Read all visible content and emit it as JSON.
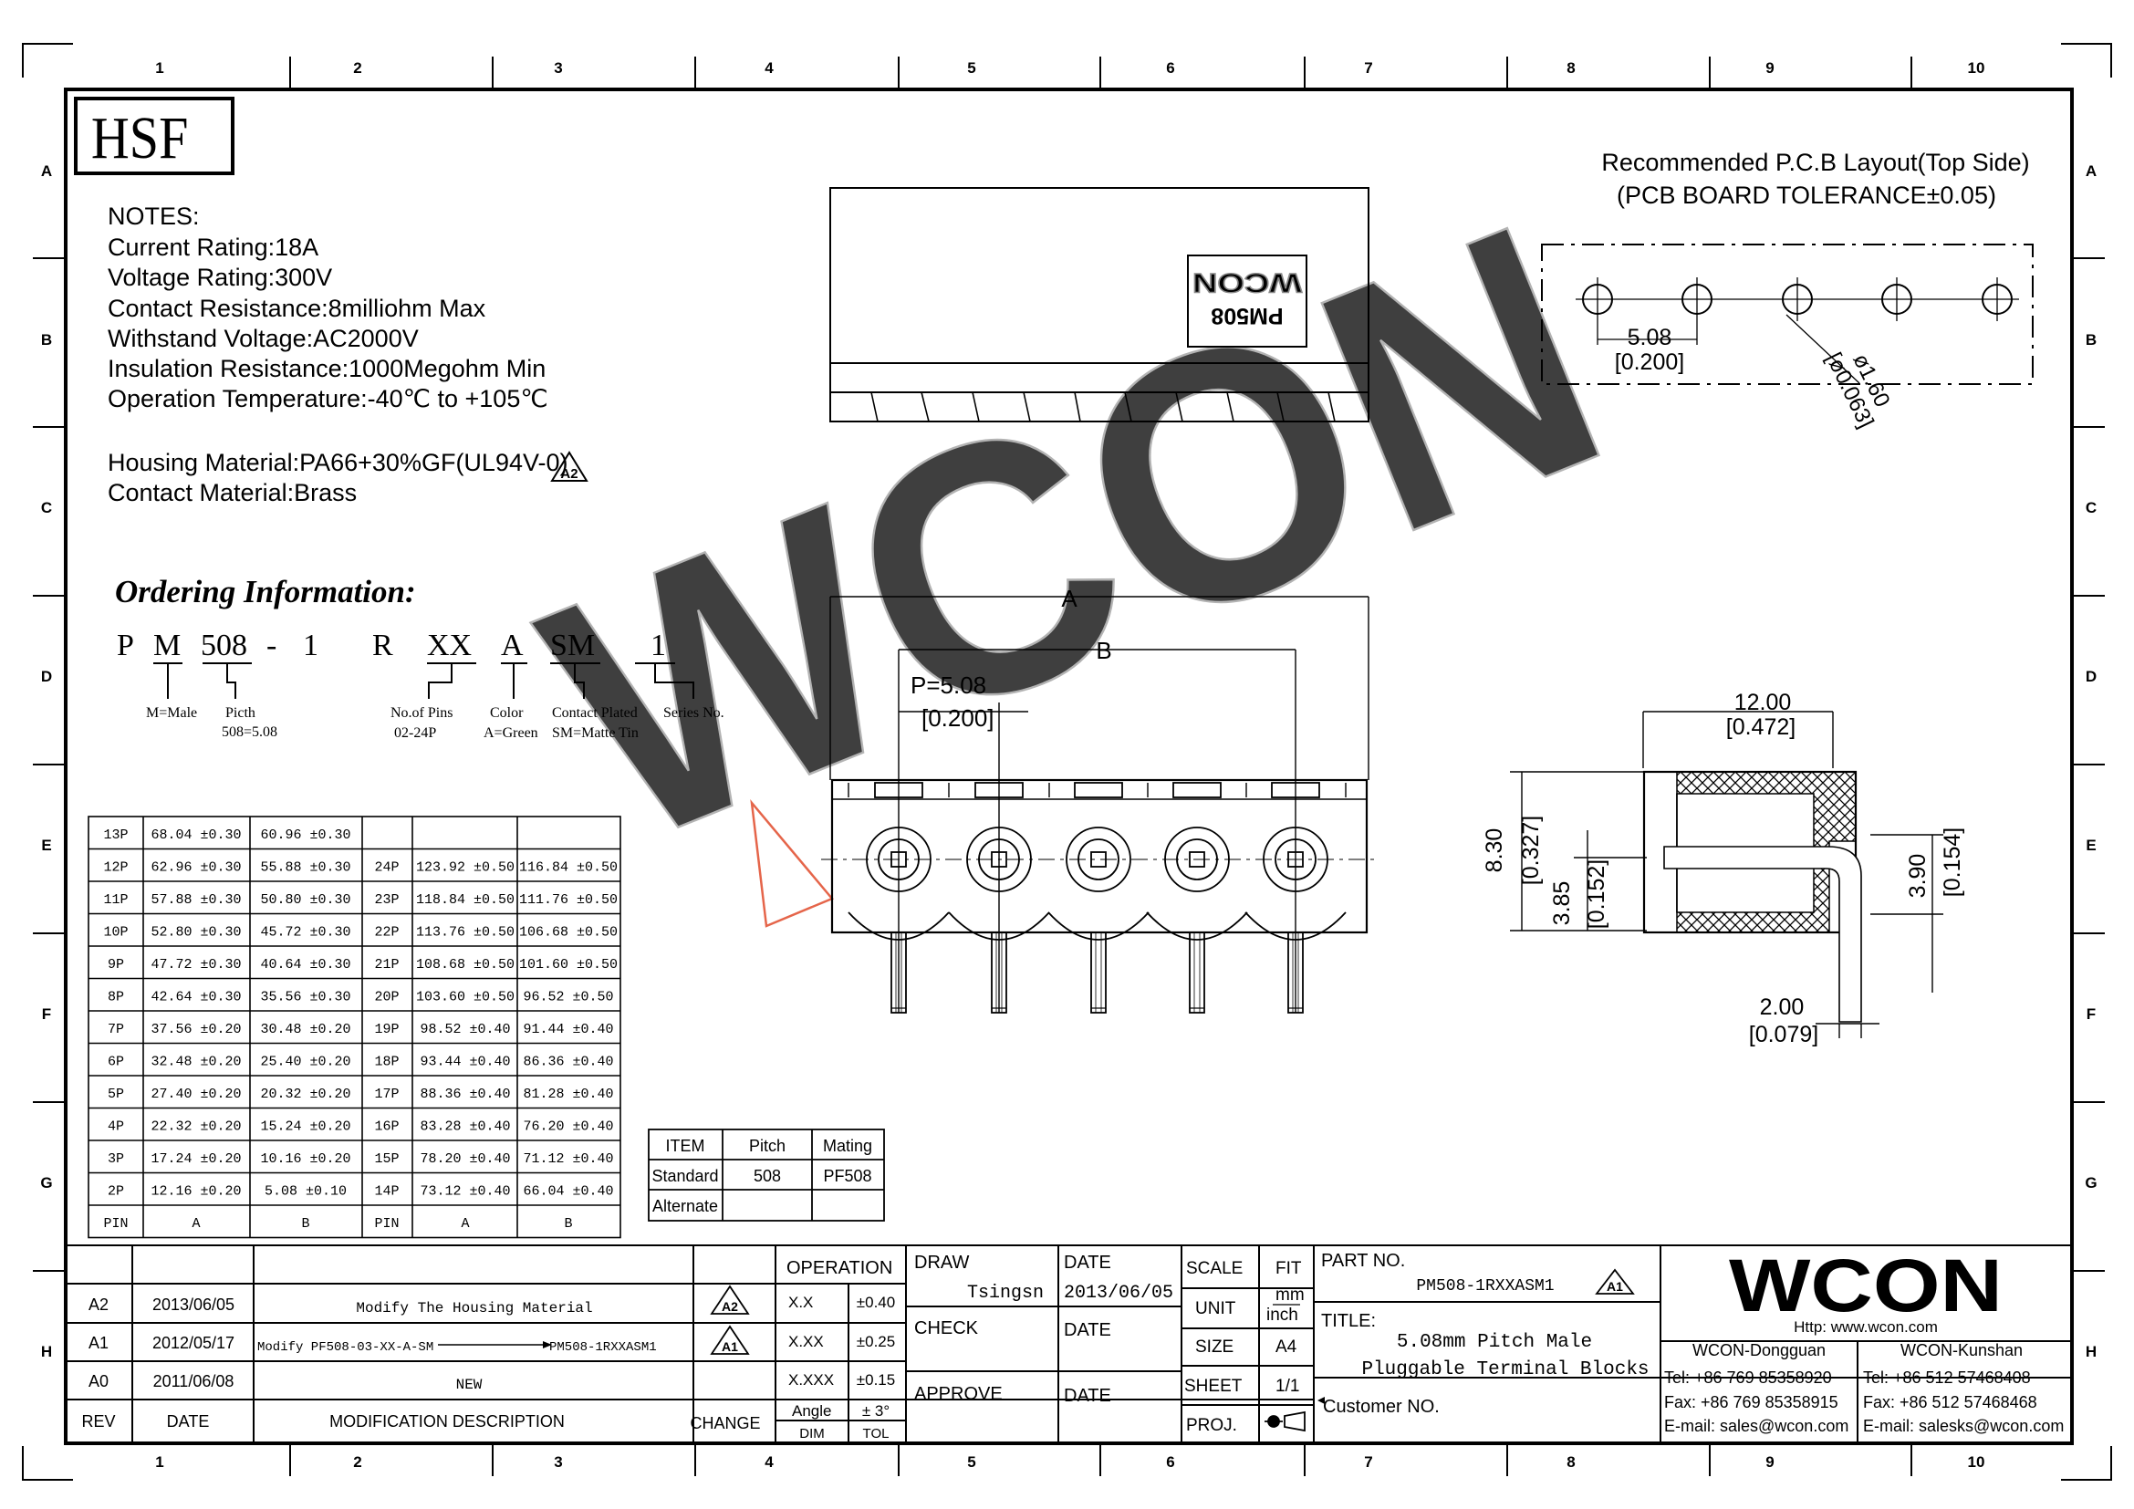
{
  "frame": {
    "columns": [
      "1",
      "2",
      "3",
      "4",
      "5",
      "6",
      "7",
      "8",
      "9",
      "10"
    ],
    "rows": [
      "A",
      "B",
      "C",
      "D",
      "E",
      "F",
      "G",
      "H"
    ]
  },
  "logo_box": "HSF",
  "watermark": "WCON",
  "notes": {
    "heading": "NOTES:",
    "lines": [
      "Current  Rating:18A",
      "Voltage  Rating:300V",
      "Contact  Resistance:8milliohm  Max",
      "Withstand  Voltage:AC2000V",
      "Insulation  Resistance:1000Megohm  Min",
      "Operation  Temperature:-40℃  to  +105℃"
    ],
    "material_lines": [
      "Housing  Material:PA66+30%GF(UL94V-0)",
      "Contact  Material:Brass"
    ],
    "rev_marker": "A2"
  },
  "ordering": {
    "title": "Ordering Information:",
    "code_parts": [
      "P",
      "M",
      "508",
      "-",
      "1",
      "R",
      "XX",
      "A",
      "SM",
      "1"
    ],
    "labels": [
      {
        "text": "M=Male"
      },
      {
        "text": "Picth"
      },
      {
        "text": "508=5.08"
      },
      {
        "text": "No.of Pins"
      },
      {
        "text": "02-24P"
      },
      {
        "text": "Color"
      },
      {
        "text": "A=Green"
      },
      {
        "text": "Contact Plated"
      },
      {
        "text": "SM=Matte Tin"
      },
      {
        "text": "Series No."
      }
    ]
  },
  "dim_table": {
    "footer": [
      "PIN",
      "A",
      "B",
      "PIN",
      "A",
      "B"
    ],
    "rows": [
      [
        "13P",
        "68.04  ±0.30",
        "60.96  ±0.30",
        "",
        "",
        ""
      ],
      [
        "12P",
        "62.96  ±0.30",
        "55.88  ±0.30",
        "24P",
        "123.92 ±0.50",
        "116.84 ±0.50"
      ],
      [
        "11P",
        "57.88  ±0.30",
        "50.80  ±0.30",
        "23P",
        "118.84 ±0.50",
        "111.76 ±0.50"
      ],
      [
        "10P",
        "52.80  ±0.30",
        "45.72  ±0.30",
        "22P",
        "113.76 ±0.50",
        "106.68 ±0.50"
      ],
      [
        "9P",
        "47.72  ±0.30",
        "40.64  ±0.30",
        "21P",
        "108.68 ±0.50",
        "101.60 ±0.50"
      ],
      [
        "8P",
        "42.64  ±0.30",
        "35.56  ±0.30",
        "20P",
        "103.60 ±0.50",
        "96.52  ±0.50"
      ],
      [
        "7P",
        "37.56  ±0.20",
        "30.48  ±0.20",
        "19P",
        "98.52  ±0.40",
        "91.44  ±0.40"
      ],
      [
        "6P",
        "32.48  ±0.20",
        "25.40  ±0.20",
        "18P",
        "93.44  ±0.40",
        "86.36  ±0.40"
      ],
      [
        "5P",
        "27.40  ±0.20",
        "20.32  ±0.20",
        "17P",
        "88.36  ±0.40",
        "81.28  ±0.40"
      ],
      [
        "4P",
        "22.32  ±0.20",
        "15.24  ±0.20",
        "16P",
        "83.28  ±0.40",
        "76.20  ±0.40"
      ],
      [
        "3P",
        "17.24  ±0.20",
        "10.16  ±0.20",
        "15P",
        "78.20  ±0.40",
        "71.12  ±0.40"
      ],
      [
        "2P",
        "12.16  ±0.20",
        "5.08   ±0.10",
        "14P",
        "73.12  ±0.40",
        "66.04  ±0.40"
      ]
    ]
  },
  "item_table": {
    "header": [
      "ITEM",
      "Pitch",
      "Mating"
    ],
    "rows": [
      [
        "Standard",
        "508",
        "PF508"
      ],
      [
        "Alternate",
        "",
        ""
      ]
    ]
  },
  "top_view": {
    "label": "PM508",
    "logo": "WCON"
  },
  "pcb": {
    "title1": "Recommended  P.C.B  Layout(Top  Side)",
    "title2": "(PCB  BOARD  TOLERANCE±0.05)",
    "pitch": "5.08",
    "pitch_in": "[0.200]",
    "hole": "ø1.60",
    "hole_in": "[ø0.063]"
  },
  "front_view": {
    "dim_a": "A",
    "dim_b": "B",
    "pitch": "P=5.08",
    "pitch_in": "[0.200]"
  },
  "side_view": {
    "w": "12.00",
    "w_in": "[0.472]",
    "h": "8.30",
    "h_in": "[0.327]",
    "h2": "3.85",
    "h2_in": "[0.152]",
    "h3": "3.90",
    "h3_in": "[0.154]",
    "t": "2.00",
    "t_in": "[0.079]"
  },
  "revisions": [
    {
      "rev": "A2",
      "date": "2013/06/05",
      "desc": "Modify The Housing Material",
      "desc2": "",
      "mark": "A2"
    },
    {
      "rev": "A1",
      "date": "2012/05/17",
      "desc": "Modify PF508-03-XX-A-SM",
      "desc2": "PM508-1RXXASM1",
      "mark": "A1"
    },
    {
      "rev": "A0",
      "date": "2011/06/08",
      "desc": "NEW",
      "desc2": "",
      "mark": ""
    }
  ],
  "rev_header": {
    "rev": "REV",
    "date": "DATE",
    "desc": "MODIFICATION  DESCRIPTION",
    "change": "CHANGE"
  },
  "tolerance": {
    "title": "OPERATION",
    "rows": [
      [
        "X.X",
        "±0.40"
      ],
      [
        "X.XX",
        "±0.25"
      ],
      [
        "X.XXX",
        "±0.15"
      ],
      [
        "Angle",
        "± 3°"
      ]
    ],
    "footer": [
      "DIM",
      "TOL"
    ]
  },
  "approvals": {
    "draw": "DRAW",
    "drawer": "Tsingsn",
    "date_label": "DATE",
    "date": "2013/06/05",
    "check": "CHECK",
    "approve": "APPROVE"
  },
  "scale_block": {
    "scale": "SCALE",
    "scale_v": "FIT",
    "unit": "UNIT",
    "unit_v1": "mm",
    "unit_v2": "inch",
    "size": "SIZE",
    "size_v": "A4",
    "sheet": "SHEET",
    "sheet_v": "1/1",
    "proj": "PROJ."
  },
  "part": {
    "label": "PART  NO.",
    "number": "PM508-1RXXASM1",
    "mark": "A1",
    "title_label": "TITLE:",
    "title1": "5.08mm  Pitch  Male",
    "title2": "Pluggable  Terminal  Blocks",
    "customer": "Customer  NO."
  },
  "company": {
    "logo": "WCON",
    "url": "Http: www.wcon.com",
    "dg_name": "WCON-Dongguan",
    "dg_tel": "Tel:  +86  769  85358920",
    "dg_fax": "Fax:  +86  769  85358915",
    "dg_mail": "E-mail:  sales@wcon.com",
    "ks_name": "WCON-Kunshan",
    "ks_tel": "Tel:  +86  512  57468408",
    "ks_fax": "Fax:  +86  512  57468468",
    "ks_mail": "E-mail:  salesks@wcon.com"
  }
}
